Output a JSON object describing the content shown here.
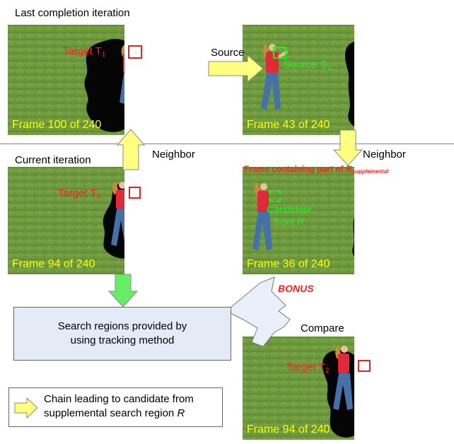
{
  "headings": {
    "last_iteration": "Last completion iteration",
    "current_iteration": "Current iteration"
  },
  "frames": {
    "top_left": {
      "caption": "Frame 100 of 240",
      "target_label": "Target T",
      "target_sub": "1"
    },
    "top_right": {
      "caption": "Frame 43 of 240",
      "source_label": "Source S",
      "source_sub": "1"
    },
    "mid_left": {
      "caption": "Frame 94 of 240",
      "target_label": "Target T",
      "target_sub": "2"
    },
    "mid_right": {
      "caption": "Frame 36 of 240",
      "title_main": "Frame containing part of ",
      "title_r": "R",
      "title_sub": "supplemental",
      "candidate_line1": "Candidate",
      "candidate_line2": "from ",
      "candidate_r": "R"
    },
    "bottom_right": {
      "caption": "Frame 94 of 240",
      "target_label": "Target T",
      "target_sub": "2"
    }
  },
  "arrows": {
    "source": "Source",
    "neighbor_left": "Neighbor",
    "neighbor_right": "Neighbor",
    "bonus": "BONUS",
    "compare": "Compare"
  },
  "search_box": {
    "line1": "Search regions provided by",
    "line2": "using tracking method"
  },
  "legend": {
    "line1": "Chain leading to candidate from",
    "line2": "supplemental search region ",
    "line2_r": "R"
  },
  "colors": {
    "grass": "#6f9a3c",
    "target_red": "#ff2020",
    "source_green": "#22ee22",
    "caption_yellow": "#ffff00",
    "arrow_yellow": "#ffff80",
    "arrow_green": "#66ee66",
    "divider_blue": "#4a90c0"
  }
}
